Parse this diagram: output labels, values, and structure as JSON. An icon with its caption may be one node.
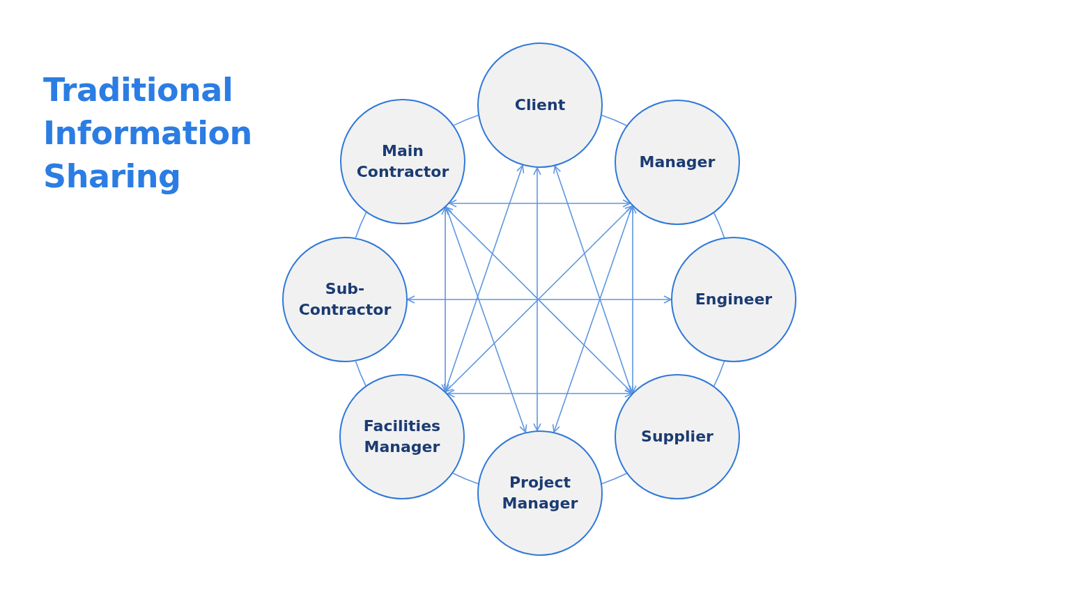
{
  "diagram": {
    "title": "Traditional Information Sharing",
    "nodes": [
      {
        "text": [
          "Client"
        ]
      },
      {
        "text": [
          "Manager"
        ]
      },
      {
        "text": [
          "Engineer"
        ]
      },
      {
        "text": [
          "Supplier"
        ]
      },
      {
        "text": [
          "Project Manager"
        ]
      },
      {
        "text": [
          "Facilities Manager"
        ]
      },
      {
        "text": [
          "Sub- Contractor"
        ]
      },
      {
        "text": [
          "Main Contractor"
        ]
      }
    ],
    "edges": [
      {
        "from": 7,
        "to": 1,
        "arrow": "both"
      },
      {
        "from": 0,
        "to": 4,
        "arrow": "both"
      },
      {
        "from": 6,
        "to": 2,
        "arrow": "both"
      },
      {
        "from": 7,
        "to": 3,
        "arrow": "both"
      },
      {
        "from": 1,
        "to": 5,
        "arrow": "both"
      },
      {
        "from": 5,
        "to": 3,
        "arrow": "both"
      },
      {
        "from": 7,
        "to": 5,
        "arrow": "both"
      },
      {
        "from": 1,
        "to": 3,
        "arrow": "both"
      },
      {
        "from": 0,
        "to": 5,
        "arrow": "both"
      },
      {
        "from": 0,
        "to": 3,
        "arrow": "both"
      },
      {
        "from": 7,
        "to": 4,
        "arrow": "both"
      },
      {
        "from": 1,
        "to": 4,
        "arrow": "both"
      },
      {
        "from": 0,
        "to": 1,
        "arrow": "none"
      },
      {
        "from": 1,
        "to": 2,
        "arrow": "none"
      },
      {
        "from": 2,
        "to": 3,
        "arrow": "none"
      },
      {
        "from": 3,
        "to": 4,
        "arrow": "none"
      },
      {
        "from": 4,
        "to": 5,
        "arrow": "none"
      },
      {
        "from": 5,
        "to": 6,
        "arrow": "none"
      },
      {
        "from": 6,
        "to": 7,
        "arrow": "none"
      },
      {
        "from": 7,
        "to": 0,
        "arrow": "none"
      }
    ]
  }
}
